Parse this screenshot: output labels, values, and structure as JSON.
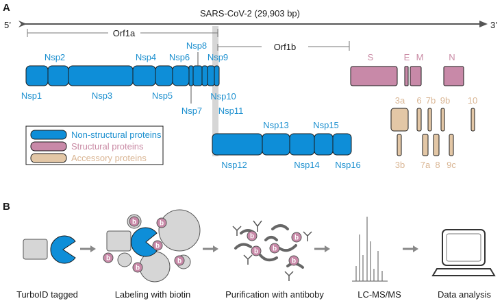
{
  "colors": {
    "nsp": "#0e8ed8",
    "nsp_text": "#1b8fcf",
    "structural": "#c889a8",
    "structural_text": "#c98aa4",
    "accessory": "#e3c7a6",
    "accessory_text": "#d9b593",
    "line": "#555555",
    "gray_fill": "#d6d6d6"
  },
  "panelA": {
    "label": "A",
    "genome_title": "SARS-CoV-2 (29,903 bp)",
    "five_prime": "5’",
    "three_prime": "3’",
    "orf1a": "Orf1a",
    "orf1b": "Orf1b",
    "nsps": {
      "nsp1": "Nsp1",
      "nsp2": "Nsp2",
      "nsp3": "Nsp3",
      "nsp4": "Nsp4",
      "nsp5": "Nsp5",
      "nsp6": "Nsp6",
      "nsp7": "Nsp7",
      "nsp8": "Nsp8",
      "nsp9": "Nsp9",
      "nsp10": "Nsp10",
      "nsp11": "Nsp11",
      "nsp12": "Nsp12",
      "nsp13": "Nsp13",
      "nsp14": "Nsp14",
      "nsp15": "Nsp15",
      "nsp16": "Nsp16"
    },
    "structural": {
      "s": "S",
      "e": "E",
      "m": "M",
      "n": "N"
    },
    "accessory": {
      "a3a": "3a",
      "a6": "6",
      "a7b": "7b",
      "a9b": "9b",
      "a10": "10",
      "a3b": "3b",
      "a7a": "7a",
      "a8": "8",
      "a9c": "9c"
    },
    "legend": [
      {
        "label": "Non-structural proteins",
        "color": "#0e8ed8"
      },
      {
        "label": "Structural proteins",
        "color": "#c889a8"
      },
      {
        "label": "Accessory proteins",
        "color": "#e3c7a6"
      }
    ]
  },
  "panelB": {
    "label": "B",
    "biotin_letter": "b",
    "steps": [
      "TurboID tagged",
      "Labeling with biotin",
      "Purification with antiboby",
      "LC-MS/MS",
      "Data analysis"
    ]
  }
}
